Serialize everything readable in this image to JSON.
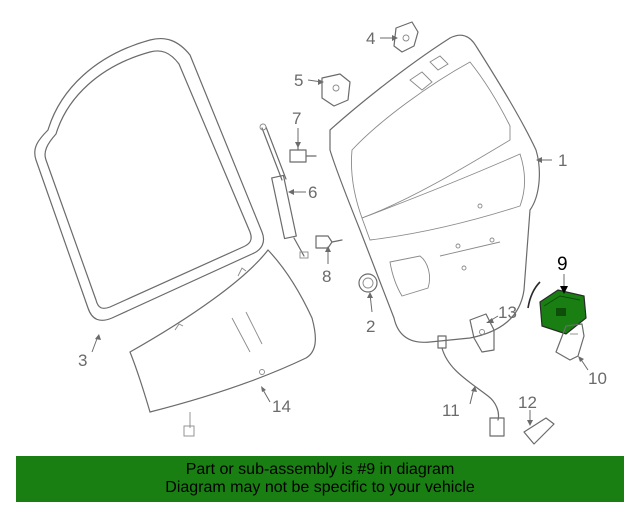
{
  "diagram": {
    "highlight_color": "#1a7f12",
    "callouts": [
      {
        "id": "1",
        "label": "1"
      },
      {
        "id": "2",
        "label": "2"
      },
      {
        "id": "3",
        "label": "3"
      },
      {
        "id": "4",
        "label": "4"
      },
      {
        "id": "5",
        "label": "5"
      },
      {
        "id": "6",
        "label": "6"
      },
      {
        "id": "7",
        "label": "7"
      },
      {
        "id": "8",
        "label": "8"
      },
      {
        "id": "9",
        "label": "9"
      },
      {
        "id": "10",
        "label": "10"
      },
      {
        "id": "11",
        "label": "11"
      },
      {
        "id": "12",
        "label": "12"
      },
      {
        "id": "13",
        "label": "13"
      },
      {
        "id": "14",
        "label": "14"
      }
    ]
  },
  "banner": {
    "line1": "Part or sub-assembly is #9 in diagram",
    "line2": "Diagram may not be specific to your vehicle",
    "background": "#1a7f12"
  }
}
